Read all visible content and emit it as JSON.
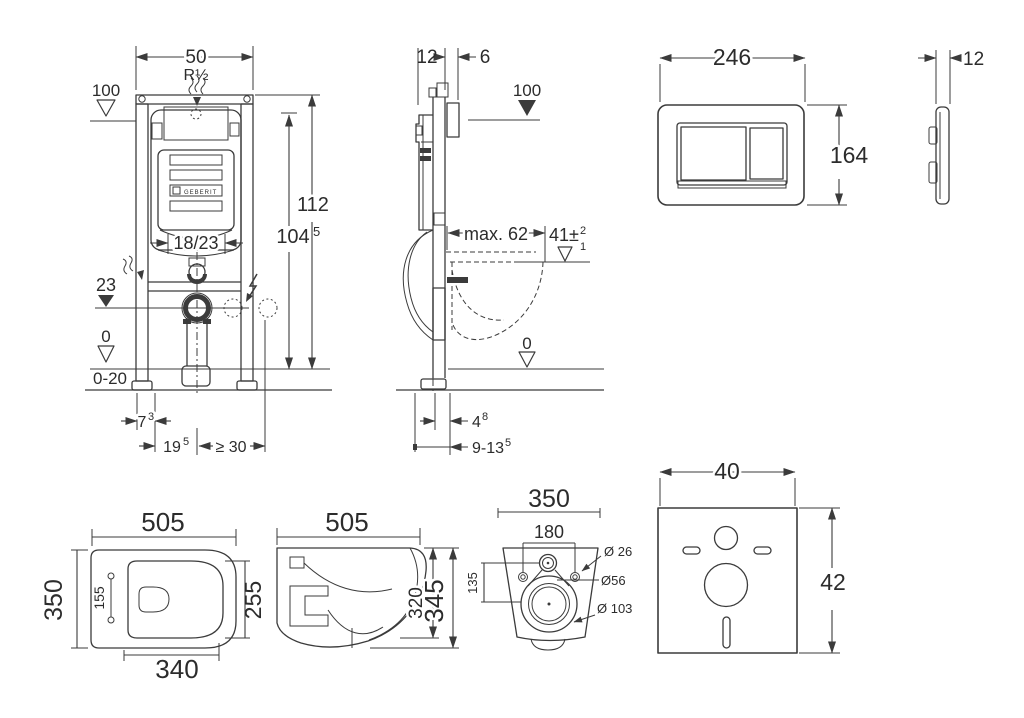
{
  "colors": {
    "line": "#3b3b3b",
    "text": "#2c2c2c",
    "background": "#ffffff"
  },
  "frame_front": {
    "width_top": "50",
    "thread": "R½",
    "level_top": "100",
    "height_total": "112",
    "height_tank": {
      "base": "104",
      "sup": "5"
    },
    "pipe_offset": "18/23",
    "level_outlet": "23",
    "level_zero": "0",
    "floor_range": "0-20",
    "foot_depth": {
      "base": "7",
      "sup": "3"
    },
    "outlet_offset": {
      "base": "19",
      "sup": "5"
    },
    "side_clearance": "≥ 30",
    "logo": "GEBERIT"
  },
  "frame_side": {
    "frame_depth": "12",
    "plate_offset": "6",
    "level_top": "100",
    "max_depth": "max. 62",
    "rim_height": {
      "base": "41±",
      "sup": "2",
      "sub": "1"
    },
    "level_zero": "0",
    "bend_offset": {
      "base": "4",
      "sup": "8"
    },
    "outlet_depth": {
      "base": "9-13",
      "sup": "5"
    }
  },
  "flush_plate": {
    "width": "246",
    "height": "164",
    "thickness": "12"
  },
  "toilet_top": {
    "length": "505",
    "width": "350",
    "hinge_spacing": "155",
    "seat_width": "255",
    "base_length": "340"
  },
  "toilet_side": {
    "length": "505",
    "inner_height": "320",
    "height": "345"
  },
  "toilet_back": {
    "width": "350",
    "bolt_spacing": "180",
    "center_offset": "135",
    "bolt_dia": "Ø 26",
    "inlet_dia": "Ø56",
    "outlet_dia": "Ø 103"
  },
  "insulation_mat": {
    "width": "40",
    "height": "42"
  }
}
